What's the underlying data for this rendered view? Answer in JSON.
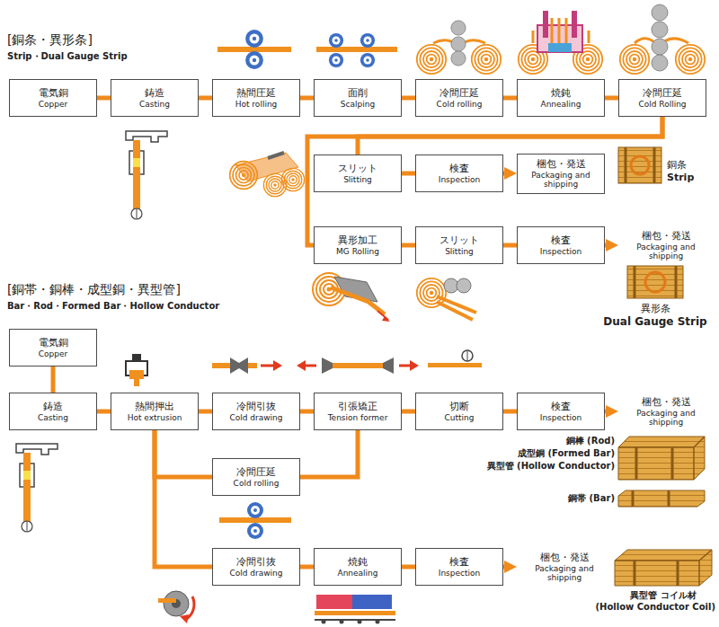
{
  "diagram": {
    "nodes": [
      {
        "text": [
          "電気銅",
          "Copper"
        ]
      },
      {
        "text": [
          "鋳造",
          "Casting"
        ]
      },
      {
        "text": [
          "熱間圧延",
          "Hot rolling"
        ]
      },
      {
        "text": [
          "面削",
          "Scalping"
        ]
      },
      {
        "text": [
          "冷間圧延",
          "Cold rolling"
        ]
      },
      {
        "text": [
          "焼鈍",
          "Annealing"
        ]
      },
      {
        "text": [
          "冷間圧延",
          "Cold Rolling"
        ]
      },
      {
        "text": [
          "スリット",
          "Slitting"
        ]
      },
      {
        "text": [
          "検査",
          "Inspection"
        ]
      },
      {
        "text": [
          "梱包・発送",
          "Packaging and shipping"
        ]
      },
      {
        "text": [
          "異形加工",
          "MG Rolling"
        ]
      },
      {
        "text": [
          "スリット",
          "Slitting"
        ]
      },
      {
        "text": [
          "検査",
          "Inspection"
        ]
      },
      {
        "text": [
          "梱包・発送",
          "Packaging and shipping"
        ]
      },
      {
        "text": [
          "電気銅",
          "Copper"
        ]
      },
      {
        "text": [
          "鋳造",
          "Casting"
        ]
      },
      {
        "text": [
          "熱間押出",
          "Hot extrusion"
        ]
      },
      {
        "text": [
          "冷間引抜",
          "Cold drawing"
        ]
      },
      {
        "text": [
          "引張矯正",
          "Tension former"
        ]
      },
      {
        "text": [
          "切断",
          "Cutting"
        ]
      },
      {
        "text": [
          "検査",
          "Inspection"
        ]
      },
      {
        "text": [
          "梱包・発送",
          "Packaging and shipping"
        ]
      },
      {
        "text": [
          "冷間圧延",
          "Cold rolling"
        ]
      },
      {
        "text": [
          "冷間引抜",
          "Cold drawing"
        ]
      },
      {
        "text": [
          "焼鈍",
          "Annealing"
        ]
      },
      {
        "text": [
          "検査",
          "Inspection"
        ]
      },
      {
        "text": [
          "梱包・発送",
          "Packaging and shipping"
        ]
      }
    ],
    "edges": [
      {
        "from": 0,
        "to": 1,
        "arrow": "none"
      },
      {
        "from": 1,
        "to": 2,
        "arrow": "none"
      },
      {
        "from": 2,
        "to": 3,
        "arrow": "none"
      },
      {
        "from": 3,
        "to": 4,
        "arrow": "none"
      },
      {
        "from": 4,
        "to": 5,
        "arrow": "none"
      },
      {
        "from": 5,
        "to": 6,
        "arrow": "none"
      },
      {
        "from": 6,
        "to": 7,
        "arrow": "none"
      },
      {
        "from": 6,
        "to": 10,
        "arrow": "none"
      },
      {
        "from": 7,
        "to": 8,
        "arrow": "none"
      },
      {
        "from": 8,
        "to": 9,
        "arrow": "to"
      },
      {
        "from": 10,
        "to": 11,
        "arrow": "none"
      },
      {
        "from": 11,
        "to": 12,
        "arrow": "none"
      },
      {
        "from": 12,
        "to": 13,
        "arrow": "to"
      },
      {
        "from": 14,
        "to": 15,
        "arrow": "none"
      },
      {
        "from": 15,
        "to": 16,
        "arrow": "none"
      },
      {
        "from": 16,
        "to": 17,
        "arrow": "none"
      },
      {
        "from": 17,
        "to": 18,
        "arrow": "none"
      },
      {
        "from": 18,
        "to": 19,
        "arrow": "none"
      },
      {
        "from": 19,
        "to": 20,
        "arrow": "none"
      },
      {
        "from": 20,
        "to": 21,
        "arrow": "to"
      },
      {
        "from": 16,
        "to": 22,
        "arrow": "none"
      },
      {
        "from": 22,
        "to": 18,
        "arrow": "none"
      },
      {
        "from": 16,
        "to": 23,
        "arrow": "none"
      },
      {
        "from": 23,
        "to": 24,
        "arrow": "none"
      },
      {
        "from": 24,
        "to": 25,
        "arrow": "none"
      },
      {
        "from": 25,
        "to": 26,
        "arrow": "to"
      }
    ],
    "labels": [
      "[銅条・異形条]",
      "Strip・Dual Gauge Strip",
      "銅条",
      "Strip",
      "異形条",
      "Dual Gauge Strip",
      "[銅帯・銅棒・成型銅・異型管]",
      "Bar・Rod・Formed Bar・Hollow Conductor",
      "銅棒 (Rod)",
      "成型銅 (Formed Bar)",
      "異型管 (Hollow Conductor)",
      "銅帯 (Bar)",
      "異型管 コイル材",
      "(Hollow Conductor Coil)"
    ]
  }
}
